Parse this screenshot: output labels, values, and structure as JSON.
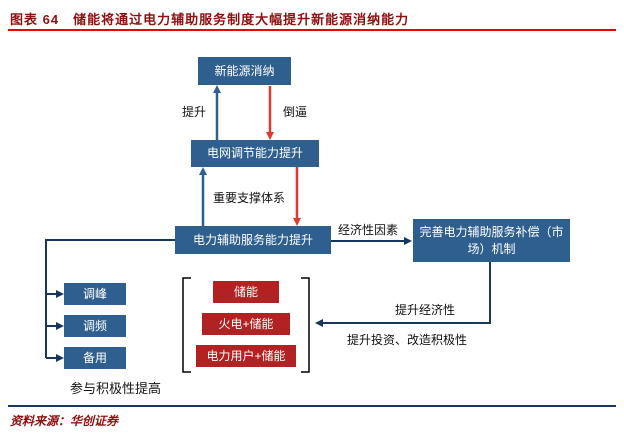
{
  "header": {
    "figure_no": "图表 64",
    "title": "储能将通过电力辅助服务制度大幅提升新能源消纳能力"
  },
  "diagram": {
    "nodes": {
      "new_energy": "新能源消纳",
      "grid_regulation": "电网调节能力提升",
      "aux_service": "电力辅助服务能力提升",
      "compensation": "完善电力辅助服务补偿（市场）机制",
      "peak": "调峰",
      "freq": "调频",
      "backup": "备用",
      "storage": "储能",
      "thermal_storage": "火电+储能",
      "user_storage": "电力用户+储能"
    },
    "labels": {
      "improve": "提升",
      "force": "倒逼",
      "support": "重要支撑体系",
      "economic_factor": "经济性因素",
      "improve_economics": "提升经济性",
      "improve_investment": "提升投资、改造积极性",
      "participation": "参与积极性提高"
    }
  },
  "footer": {
    "source": "资料来源：华创证券"
  },
  "colors": {
    "title_red": "#8E1111",
    "underline_red": "#EE0000",
    "node_blue": "#2F5F8F",
    "node_red": "#B22222",
    "arrow_blue": "#2F5F8F",
    "arrow_red": "#E03A2F",
    "connector_navy": "#17365D",
    "bracket_black": "#000000",
    "footer_line": "#17365D",
    "text_black": "#111111"
  },
  "chart_data": {
    "type": "table",
    "title": "图表 64 储能将通过电力辅助服务制度大幅提升新能源消纳能力",
    "flow_nodes": [
      "新能源消纳",
      "电网调节能力提升",
      "电力辅助服务能力提升",
      "完善电力辅助服务补偿（市场）机制",
      "调峰",
      "调频",
      "备用",
      "储能",
      "火电+储能",
      "电力用户+储能"
    ],
    "flow_edges": [
      {
        "from": "电网调节能力提升",
        "to": "新能源消纳",
        "label": "提升",
        "color": "blue"
      },
      {
        "from": "新能源消纳",
        "to": "电网调节能力提升",
        "label": "倒逼",
        "color": "red"
      },
      {
        "from": "电力辅助服务能力提升",
        "to": "电网调节能力提升",
        "label": "重要支撑体系",
        "color": "blue"
      },
      {
        "from": "电网调节能力提升",
        "to": "电力辅助服务能力提升",
        "label": "重要支撑体系",
        "color": "red"
      },
      {
        "from": "电力辅助服务能力提升",
        "to": "完善电力辅助服务补偿（市场）机制",
        "label": "经济性因素",
        "color": "navy"
      },
      {
        "from": "完善电力辅助服务补偿（市场）机制",
        "to": "储能/火电+储能/电力用户+储能",
        "label": "提升经济性；提升投资、改造积极性",
        "color": "navy"
      },
      {
        "from": "电力辅助服务能力提升",
        "to": "调峰/调频/备用",
        "label": "参与积极性提高",
        "color": "navy"
      }
    ]
  }
}
